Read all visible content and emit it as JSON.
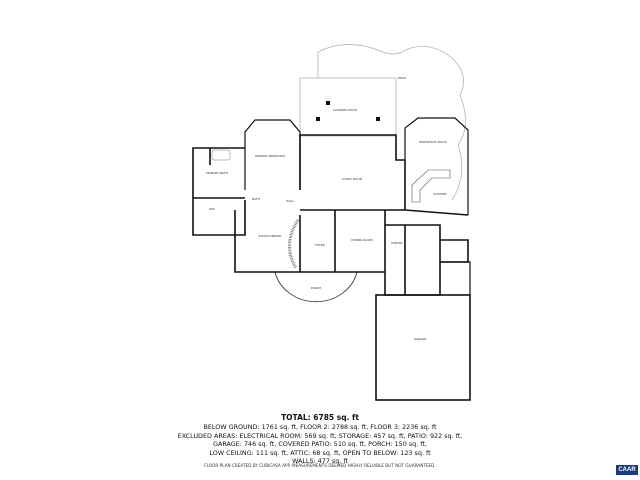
{
  "rooms": [
    {
      "label": "DECK"
    },
    {
      "label": "COVERED PATIO"
    },
    {
      "label": "PRIMARY BEDROOM"
    },
    {
      "label": "PRIMARY BATH"
    },
    {
      "label": "WIC"
    },
    {
      "label": "BREAKFAST NOOK"
    },
    {
      "label": "LIVING ROOM"
    },
    {
      "label": "KITCHEN"
    },
    {
      "label": "HALL"
    },
    {
      "label": "BATH"
    },
    {
      "label": "STUDY/LIBRARY"
    },
    {
      "label": "FOYER"
    },
    {
      "label": "DINING ROOM"
    },
    {
      "label": "PANTRY"
    },
    {
      "label": "PORCH"
    },
    {
      "label": "GARAGE"
    }
  ],
  "summary": {
    "total": "TOTAL: 6785 sq. ft",
    "lines": [
      "BELOW GROUND: 1761 sq. ft, FLOOR 2: 2788 sq. ft, FLOOR 3: 2236 sq. ft",
      "EXCLUDED AREAS: ELECTRICAL ROOM: 569 sq. ft, STORAGE: 457 sq. ft, PATIO: 922 sq. ft,",
      "GARAGE: 746 sq. ft, COVERED PATIO: 510 sq. ft, PORCH: 150 sq. ft,",
      "LOW CEILING: 111 sq. ft, ATTIC: 68 sq. ft, OPEN TO BELOW: 123 sq. ft",
      "WALLS: 477 sq. ft"
    ],
    "footer": "FLOOR PLAN CREATED BY CUBICASA APP. MEASUREMENTS DEEMED HIGHLY RELIABLE BUT NOT GUARANTEED."
  },
  "logo": "CAAR",
  "colors": {
    "wall": "#111111",
    "outline": "#999999",
    "logo_bg": "#1b3a78"
  }
}
